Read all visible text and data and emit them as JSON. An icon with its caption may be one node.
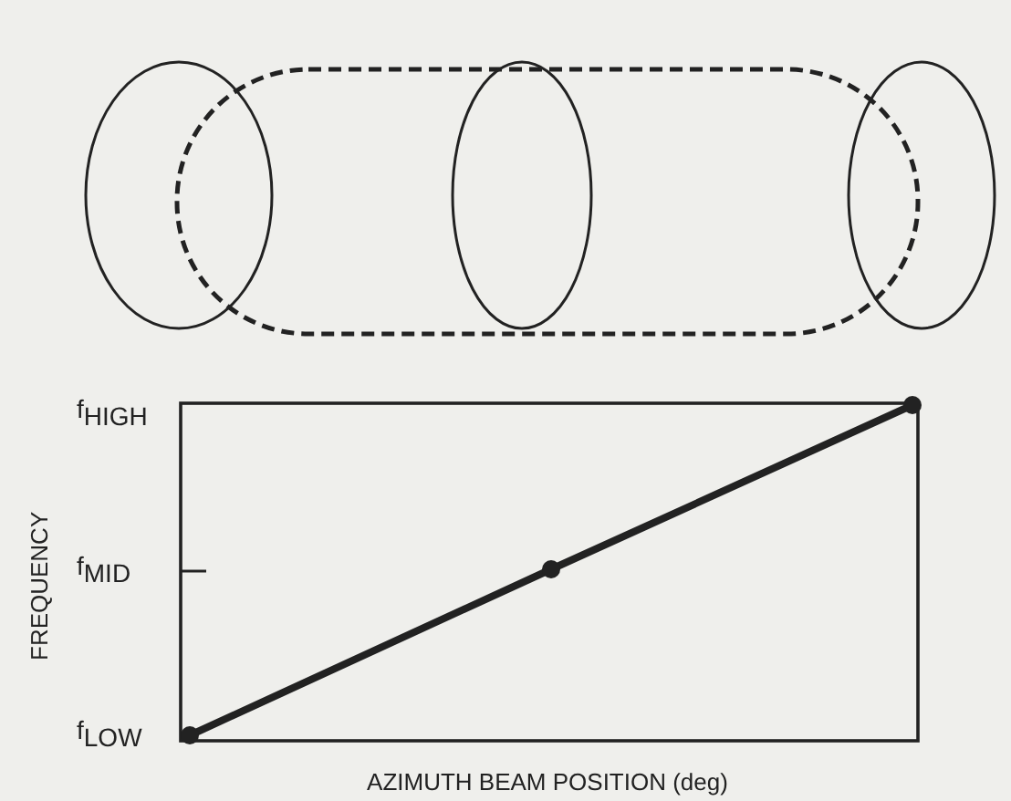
{
  "diagram": {
    "labels": [
      "f$_{HIGH}$",
      "FREQUENCY",
      "f$_{MID}$",
      "f$_{LOW}$",
      "AZIMUTH BEAM POSITION (deg)"
    ]
  }
}
